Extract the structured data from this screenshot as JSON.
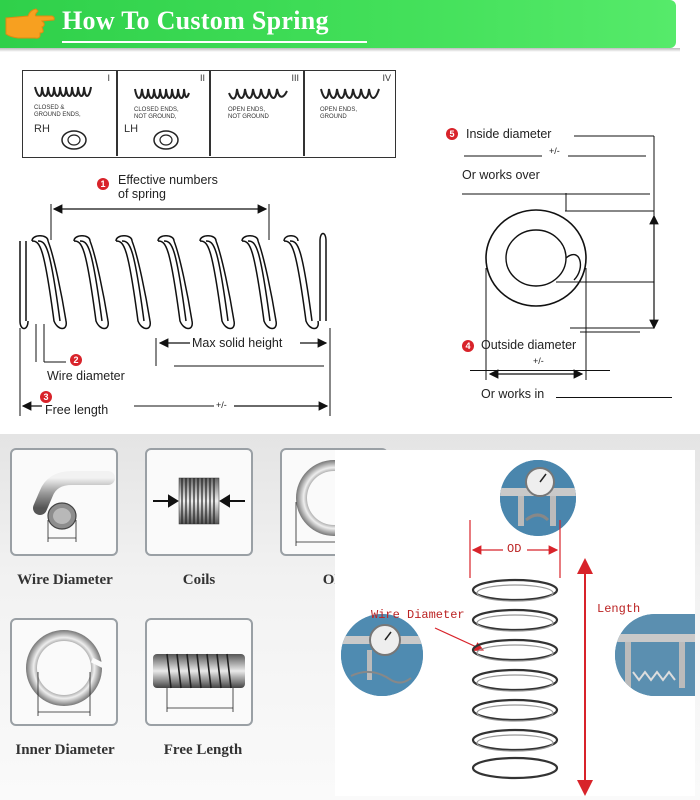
{
  "header": {
    "title": "How To Custom Spring"
  },
  "ends_table": [
    {
      "roman": "I",
      "caption_lines": [
        "CLOSED &",
        "GROUND ENDS,"
      ],
      "hand": "RH"
    },
    {
      "roman": "II",
      "caption_lines": [
        "CLOSED ENDS,",
        "NOT GROUND,"
      ],
      "hand": "LH"
    },
    {
      "roman": "III",
      "caption_lines": [
        "OPEN ENDS,",
        "NOT GROUND"
      ],
      "hand": ""
    },
    {
      "roman": "IV",
      "caption_lines": [
        "OPEN ENDS,",
        "GROUND"
      ],
      "hand": ""
    }
  ],
  "spring_diagram": {
    "n1": "1",
    "effective_line1": "Effective numbers",
    "effective_line2": "of spring",
    "max_solid_height": "Max solid height",
    "n2": "2",
    "wire_diameter": "Wire diameter",
    "n3": "3",
    "free_length": "Free length",
    "tol": "+/-"
  },
  "end_diagram": {
    "n5": "5",
    "inside_diameter": "Inside diameter",
    "tol_top": "+/-",
    "or_works_over": "Or works over",
    "n4": "4",
    "outside_diameter": "Outside diameter",
    "tol_bottom": "+/-",
    "or_works_in": "Or works in"
  },
  "panels": [
    {
      "label": "Wire Diameter"
    },
    {
      "label": "Coils"
    },
    {
      "label": "OD"
    },
    {
      "label": "Inner Diameter"
    },
    {
      "label": "Free Length"
    }
  ],
  "measure": {
    "od": "OD",
    "wire_diameter": "Wire Diameter",
    "length": "Length"
  },
  "colors": {
    "header_green": "#3ad652",
    "accent_red": "#d8232a",
    "arrow_orange": "#f7a020"
  }
}
